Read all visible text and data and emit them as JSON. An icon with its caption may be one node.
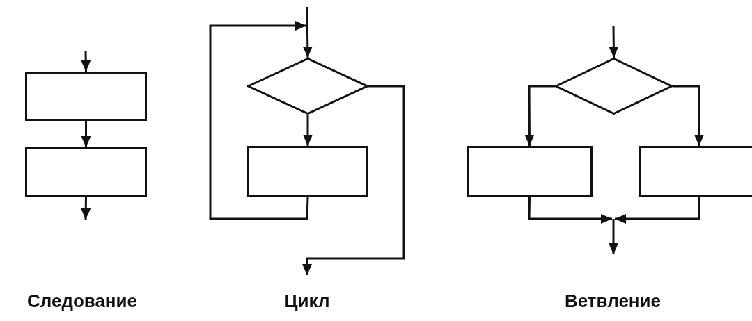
{
  "diagram": {
    "nodes": [
      {
        "text": [],
        "shape": "box"
      },
      {
        "text": [],
        "shape": "box"
      },
      {
        "text": [],
        "shape": "diamond"
      },
      {
        "text": [],
        "shape": "box"
      },
      {
        "text": [],
        "shape": "diamond"
      },
      {
        "text": [],
        "shape": "box"
      },
      {
        "text": [],
        "shape": "box"
      }
    ],
    "edges": [
      {
        "from": null,
        "to": 0,
        "arrow": "to"
      },
      {
        "from": 0,
        "to": 1,
        "arrow": "to"
      },
      {
        "from": 1,
        "to": null,
        "arrow": "to"
      },
      {
        "from": null,
        "to": 2,
        "arrow": "to"
      },
      {
        "from": 2,
        "to": 3,
        "arrow": "to"
      },
      {
        "from": 3,
        "to": null,
        "arrow": "to"
      },
      {
        "from": 2,
        "to": null,
        "arrow": "to"
      },
      {
        "from": null,
        "to": 4,
        "arrow": "to"
      },
      {
        "from": 4,
        "to": 5,
        "arrow": "to"
      },
      {
        "from": 4,
        "to": 6,
        "arrow": "to"
      },
      {
        "from": 5,
        "to": null,
        "arrow": "to"
      },
      {
        "from": 6,
        "to": null,
        "arrow": "to"
      }
    ],
    "labels": [
      "Следование",
      "Цикл",
      "Ветвление"
    ]
  }
}
